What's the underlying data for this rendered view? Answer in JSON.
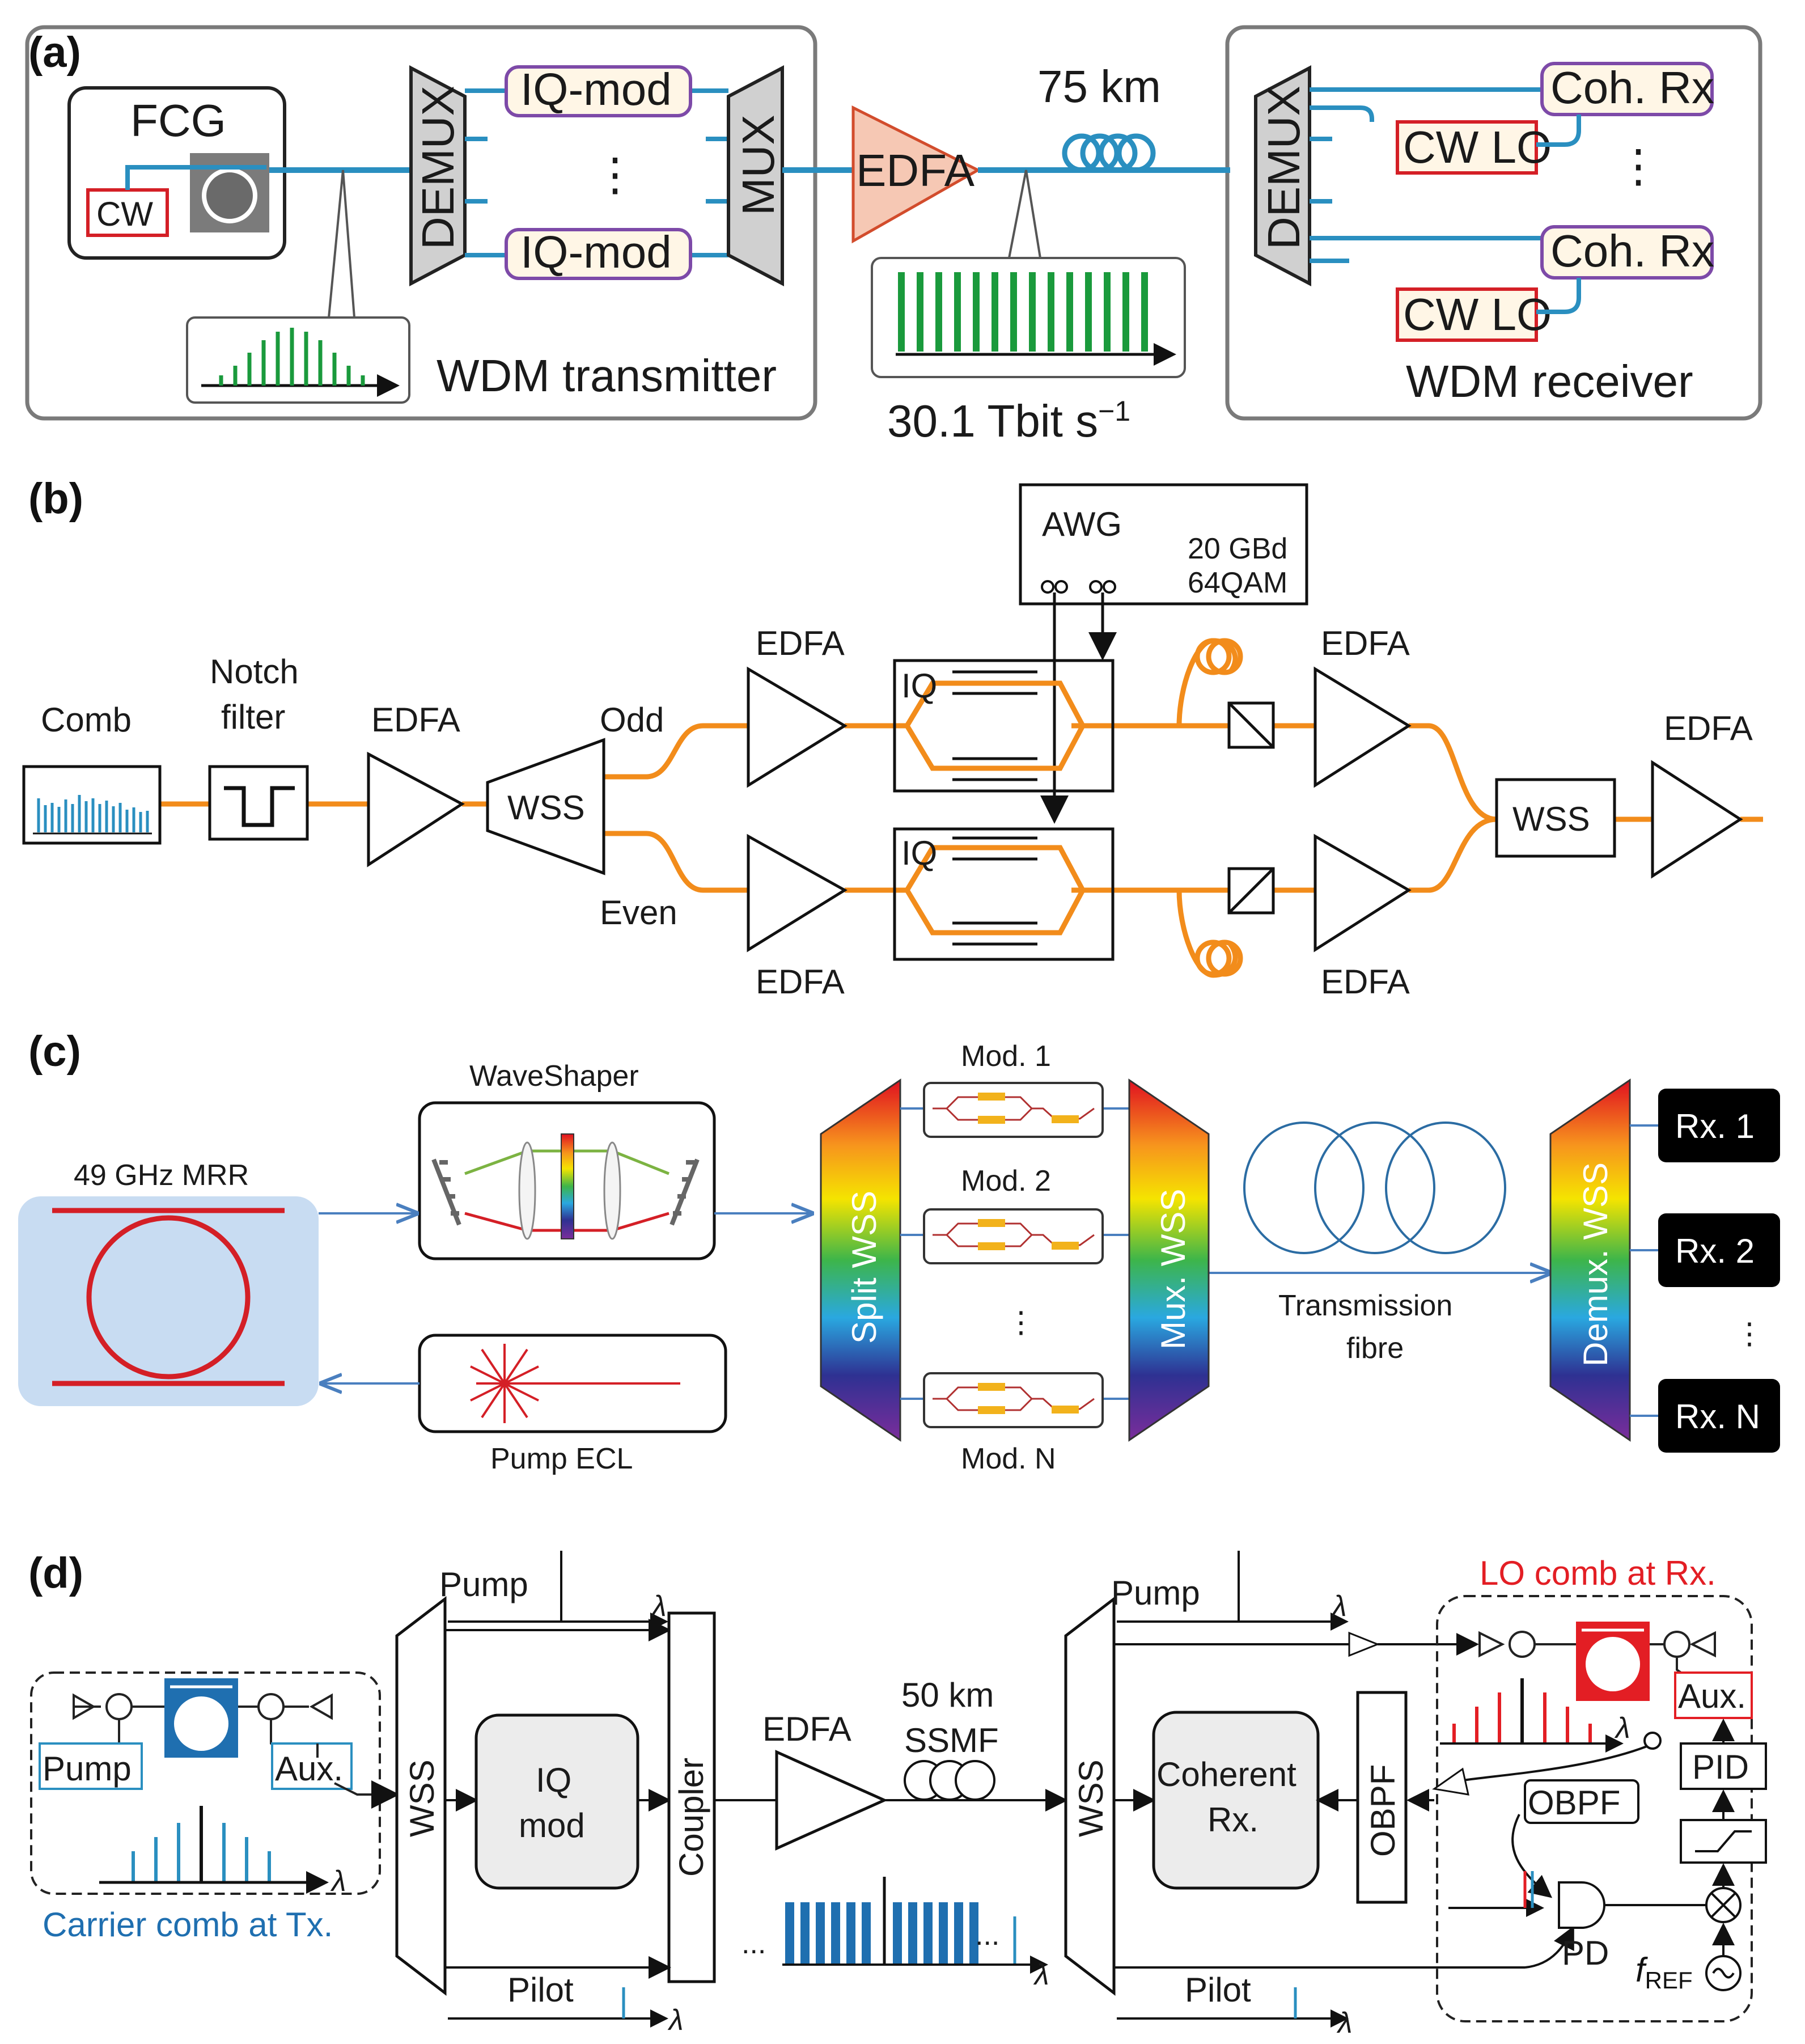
{
  "panel_a": {
    "tag": "(a)",
    "fcg": "FCG",
    "cw": "CW",
    "demux": "DEMUX",
    "iq_mod": "IQ-mod",
    "dots": "⋮",
    "mux": "MUX",
    "edfa": "EDFA",
    "fibre_length": "75 km",
    "rx_demux": "DEMUX",
    "coh_rx": "Coh. Rx",
    "cw_lo": "CW LO",
    "tx_caption": "WDM transmitter",
    "rx_caption": "WDM receiver",
    "rate": "30.1 Tbit s",
    "rate_exp": "−1"
  },
  "panel_b": {
    "tag": "(b)",
    "awg": "AWG",
    "awg_baud": "20 GBd",
    "awg_format": "64QAM",
    "comb": "Comb",
    "notch_line1": "Notch",
    "notch_line2": "filter",
    "edfa": "EDFA",
    "wss": "WSS",
    "odd": "Odd",
    "even": "Even",
    "iq": "IQ"
  },
  "panel_c": {
    "tag": "(c)",
    "mrr": "49 GHz MRR",
    "waveshaper": "WaveShaper",
    "pump_ecl": "Pump ECL",
    "split_wss": "Split WSS",
    "mux_wss": "Mux. WSS",
    "demux_wss": "Demux. WSS",
    "mod1": "Mod. 1",
    "mod2": "Mod. 2",
    "modn": "Mod. N",
    "dots": "⋮",
    "fibre_line1": "Transmission",
    "fibre_line2": "fibre",
    "rx1": "Rx. 1",
    "rx2": "Rx. 2",
    "rxn": "Rx. N"
  },
  "panel_d": {
    "tag": "(d)",
    "pump": "Pump",
    "aux": "Aux.",
    "carrier_caption": "Carrier comb at Tx.",
    "wss": "WSS",
    "iq_line1": "IQ",
    "iq_line2": "mod",
    "coupler": "Coupler",
    "pilot": "Pilot",
    "edfa": "EDFA",
    "fibre_line1": "50 km",
    "fibre_line2": "SSMF",
    "coherent_line1": "Coherent",
    "coherent_line2": "Rx.",
    "obpf": "OBPF",
    "lo_caption": "LO comb at Rx.",
    "pid": "PID",
    "pd": "PD",
    "fref": "f",
    "fref_sub": "REF",
    "lambda": "λ",
    "ellipsis": "..."
  },
  "colors": {
    "fibre_blue": "#2a8fc0",
    "orange": "#f28c1b",
    "green": "#1a9a3c",
    "red": "#d41f26",
    "purple_border": "#7d4aa8",
    "mrr_bg": "#c8dcf2",
    "dark_blue": "#1f6fb0",
    "lo_red": "#e31e24"
  }
}
